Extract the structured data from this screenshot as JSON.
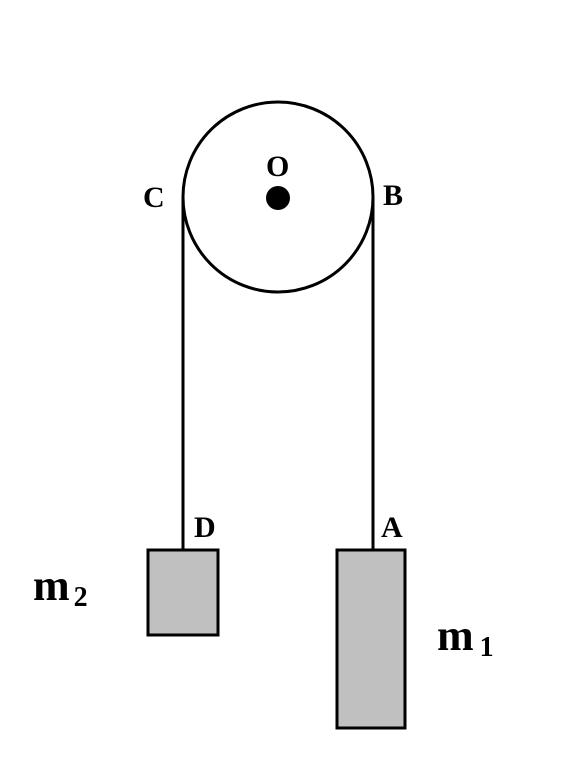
{
  "labels": {
    "center": "O",
    "right_tangent": "B",
    "left_tangent": "C",
    "right_attach": "A",
    "left_attach": "D"
  },
  "masses": {
    "left": {
      "symbol": "m",
      "subscript": "2"
    },
    "right": {
      "symbol": "m",
      "subscript": "1"
    }
  },
  "colors": {
    "stroke": "#000000",
    "block_fill": "#c0c0c0",
    "background": "#ffffff"
  }
}
